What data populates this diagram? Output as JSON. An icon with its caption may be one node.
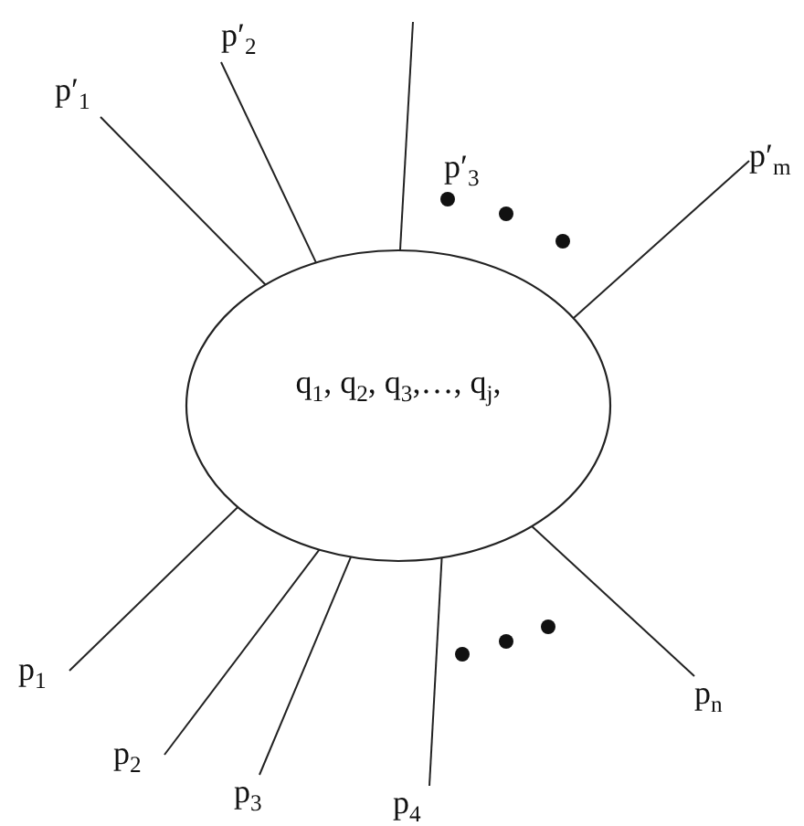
{
  "diagram": {
    "nodes": [
      {
        "text": [
          "q$_{1}$, q$_{2}$, q$_{3}$,…, q$_{j}$,"
        ]
      },
      {
        "text": [
          "p′$_{1}$"
        ]
      },
      {
        "text": [
          "p′$_{2}$"
        ]
      },
      {
        "text": [
          "p′$_{m}$"
        ]
      },
      {
        "text": [
          "p$_{1}$"
        ]
      },
      {
        "text": [
          "p$_{2}$"
        ]
      },
      {
        "text": [
          "p$_{3}$"
        ]
      },
      {
        "text": [
          "p$_{4}$"
        ]
      },
      {
        "text": [
          "p$_{n}$"
        ]
      }
    ],
    "edges": [
      {
        "from": 0,
        "to": 1,
        "arrow": "none"
      },
      {
        "from": 0,
        "to": 2,
        "arrow": "none"
      },
      {
        "from": 0,
        "to": null,
        "arrow": "none"
      },
      {
        "from": 0,
        "to": 3,
        "arrow": "none"
      },
      {
        "from": 0,
        "to": 4,
        "arrow": "none"
      },
      {
        "from": 0,
        "to": 5,
        "arrow": "none"
      },
      {
        "from": 0,
        "to": 6,
        "arrow": "none"
      },
      {
        "from": 0,
        "to": 7,
        "arrow": "none"
      },
      {
        "from": 0,
        "to": 8,
        "arrow": "none"
      }
    ],
    "labels": [
      "p′$_{3}$"
    ]
  }
}
